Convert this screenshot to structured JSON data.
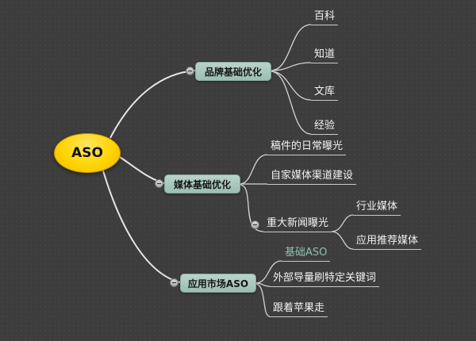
{
  "root": {
    "label": "ASO"
  },
  "branches": [
    {
      "label": "品牌基础优化",
      "children": [
        {
          "label": "百科"
        },
        {
          "label": "知道"
        },
        {
          "label": "文库"
        },
        {
          "label": "经验"
        }
      ]
    },
    {
      "label": "媒体基础优化",
      "children": [
        {
          "label": "稿件的日常曝光"
        },
        {
          "label": "自家媒体渠道建设"
        },
        {
          "label": "重大新闻曝光",
          "children": [
            {
              "label": "行业媒体"
            },
            {
              "label": "应用推荐媒体"
            }
          ]
        }
      ]
    },
    {
      "label": "应用市场ASO",
      "children": [
        {
          "label": "基础ASO",
          "highlight": true
        },
        {
          "label": "外部导量刷特定关键词"
        },
        {
          "label": "跟着苹果走"
        }
      ]
    }
  ],
  "icons": {
    "collapse": "minus"
  },
  "colors": {
    "background": "#3d3d3d",
    "root_fill": "#ffd400",
    "branch_fill": "#a5c4ba",
    "leaf_text": "#f2f2f2",
    "highlight_text": "#8fc0ae",
    "connector": "#e0e0e0"
  }
}
